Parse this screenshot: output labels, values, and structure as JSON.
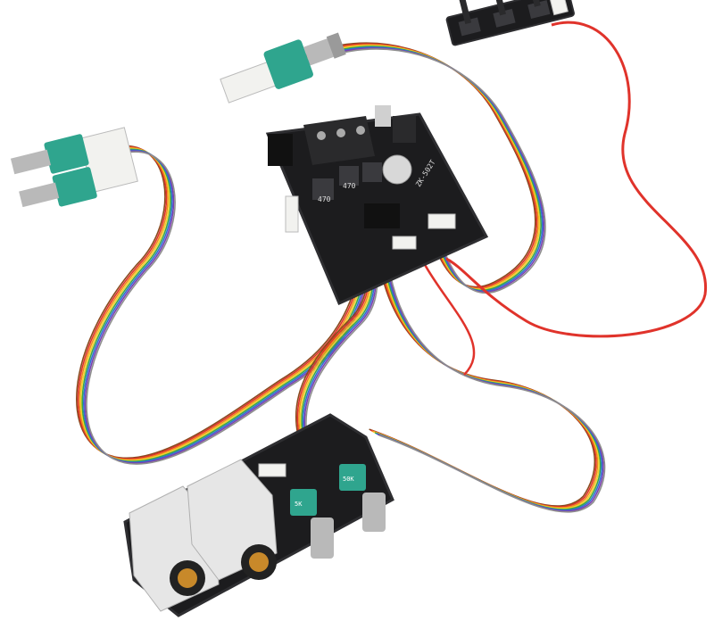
{
  "scene": {
    "background": "#ffffff",
    "colors": {
      "pcb": "#1c1c1e",
      "pcb_edge": "#2e2e31",
      "pot_body": "#2fa58e",
      "pot_shaft": "#b9b9b9",
      "connector": "#f2f2ef",
      "red_wire": "#e0332b",
      "jack_clear": "#e6e6e6",
      "gold": "#c8892a"
    },
    "wire_colors": [
      "#8a4a1e",
      "#e0332b",
      "#f08c1e",
      "#f2d22a",
      "#3aa64a",
      "#2f6fd6",
      "#7a3fb0",
      "#8e8e8e"
    ],
    "labels": {
      "main_board": "ZK-502T",
      "inductor_a": "470",
      "inductor_b": "470",
      "small_board_a": "5K",
      "small_board_b": "50K"
    }
  }
}
